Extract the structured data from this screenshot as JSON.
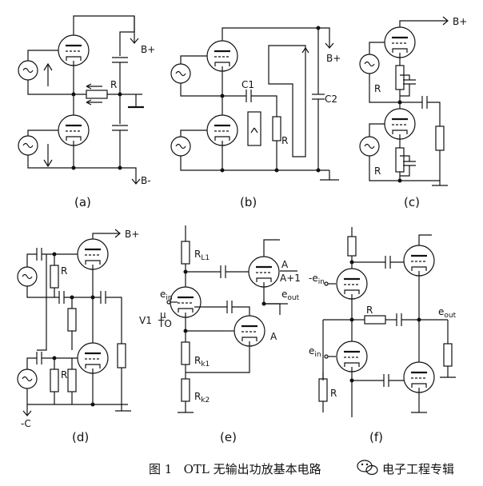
{
  "caption": "图 1   OTL 无输出功放基本电路",
  "watermark": "电子工程专辑",
  "subfigures": [
    {
      "label": "(a)",
      "pins": {
        "b_plus": "B+",
        "b_minus": "B-",
        "r": "R"
      }
    },
    {
      "label": "(b)",
      "pins": {
        "b_plus": "B+",
        "c1": "C1",
        "c2": "C2",
        "rl": "R"
      }
    },
    {
      "label": "(c)",
      "pins": {
        "b_plus": "B+",
        "rk1": "R",
        "rk2": "R"
      }
    },
    {
      "label": "(d)",
      "pins": {
        "b_plus": "B+",
        "neg_c": "-C",
        "r1": "R",
        "r2": "R"
      }
    },
    {
      "label": "(e)",
      "pins": {
        "rl1": "R",
        "rl1_sub": "L1",
        "mu": "μ",
        "to": "TO",
        "v1": "V1",
        "rk1": "R",
        "rk1_sub": "k1",
        "rk2": "R",
        "rk2_sub": "k2",
        "a_top": "A",
        "a_bottom": "A+1",
        "ein": "e",
        "ein_sub": "in",
        "eout": "e",
        "eout_sub": "out",
        "a_label": "A"
      }
    },
    {
      "label": "(f)",
      "pins": {
        "ein_top": "-e",
        "ein_top_sub": "in",
        "rf": "R",
        "eout": "e",
        "eout_sub": "out",
        "ein": "e",
        "ein_sub": "in",
        "rk": "R"
      }
    }
  ]
}
